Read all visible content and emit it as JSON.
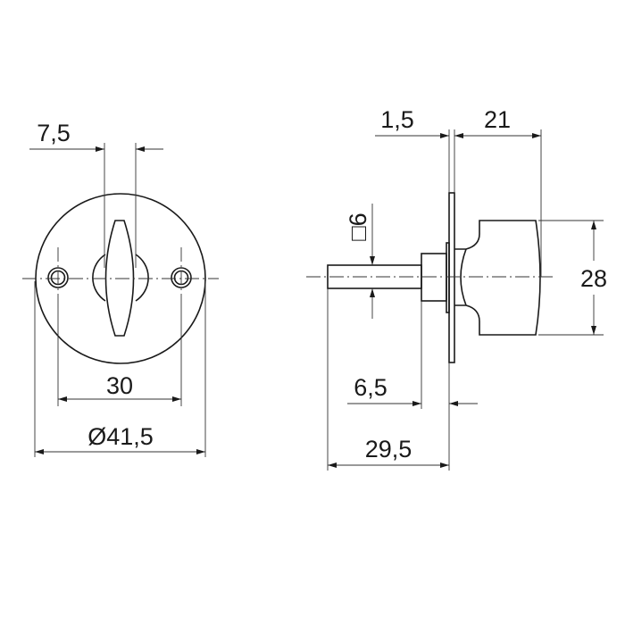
{
  "front_view": {
    "dimensions": {
      "key_width": "7,5",
      "hole_spacing": "30",
      "diameter": "Ø41,5"
    }
  },
  "side_view": {
    "dimensions": {
      "plate_thickness": "1,5",
      "knob_length": "21",
      "spindle_square": "□6",
      "knob_height": "28",
      "collar_length": "6,5",
      "spindle_length": "29,5"
    }
  },
  "colors": {
    "line": "#1a1a1a",
    "background": "#ffffff"
  }
}
